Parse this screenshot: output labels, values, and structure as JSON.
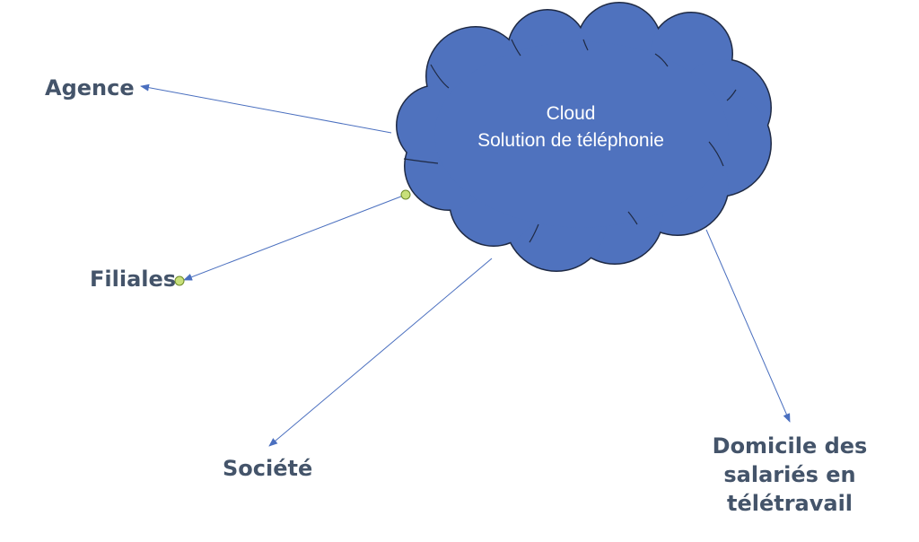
{
  "cloud": {
    "line1": "Cloud",
    "line2": "Solution de téléphonie",
    "fill_color": "#4f72be",
    "stroke_color": "#1f2a44"
  },
  "nodes": {
    "agence": "Agence",
    "filiales": "Filiales",
    "societe": "Société",
    "domicile": [
      "Domicile des",
      "salariés en",
      "télétravail"
    ]
  },
  "connector_color": "#4a6fbf",
  "handle_color": "#c8e07a",
  "label_color": "#44546a"
}
